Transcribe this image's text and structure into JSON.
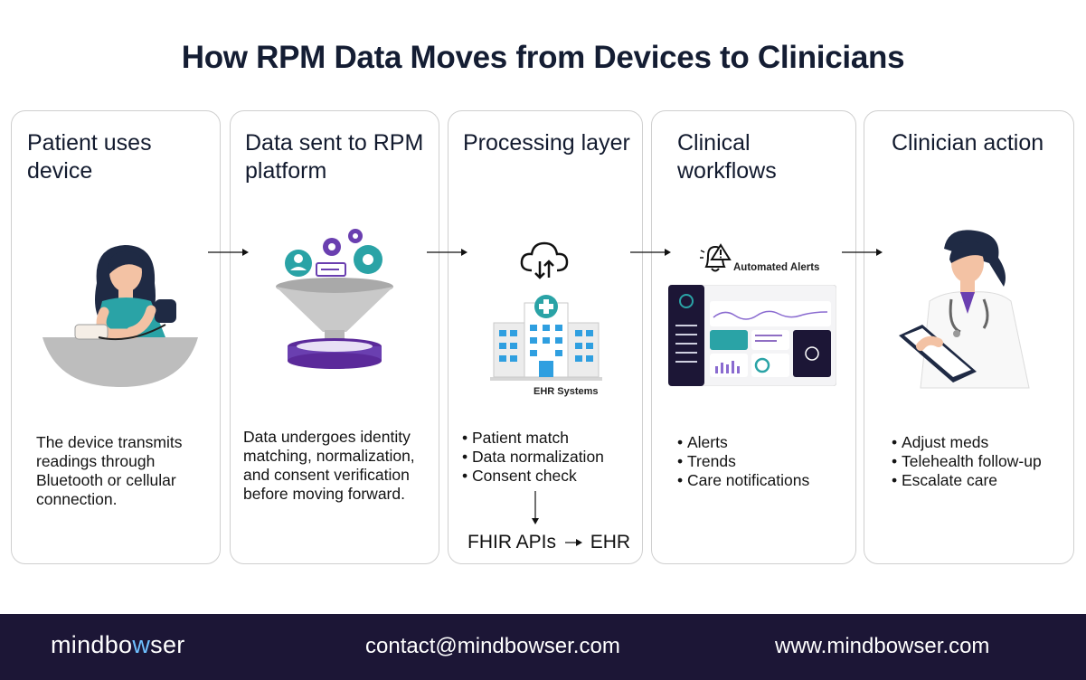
{
  "title": "How RPM Data Moves from Devices to Clinicians",
  "steps": [
    {
      "title": "Patient uses device",
      "body": "The device transmits readings through Bluetooth or cellular connection."
    },
    {
      "title": "Data sent to RPM platform",
      "body": "Data undergoes identity matching, normalization, and consent verification before moving forward."
    },
    {
      "title": "Processing layer",
      "image_label": "EHR Systems",
      "bullets": [
        "Patient match",
        "Data normalization",
        "Consent check"
      ],
      "output": "FHIR APIs",
      "output_target": "EHR"
    },
    {
      "title": "Clinical workflows",
      "image_label": "Automated Alerts",
      "bullets": [
        "Alerts",
        "Trends",
        "Care notifications"
      ]
    },
    {
      "title": "Clinician action",
      "bullets": [
        "Adjust meds",
        "Telehealth follow-up",
        "Escalate care"
      ]
    }
  ],
  "footer": {
    "logo_a": "mindbo",
    "logo_b": "w",
    "logo_c": "ser",
    "email": "contact@mindbowser.com",
    "website": "www.mindbowser.com"
  },
  "colors": {
    "primary_dark": "#1c1636",
    "accent_purple": "#6a3fb0",
    "accent_teal": "#2aa3a6",
    "logo_accent": "#6fc0ff"
  }
}
